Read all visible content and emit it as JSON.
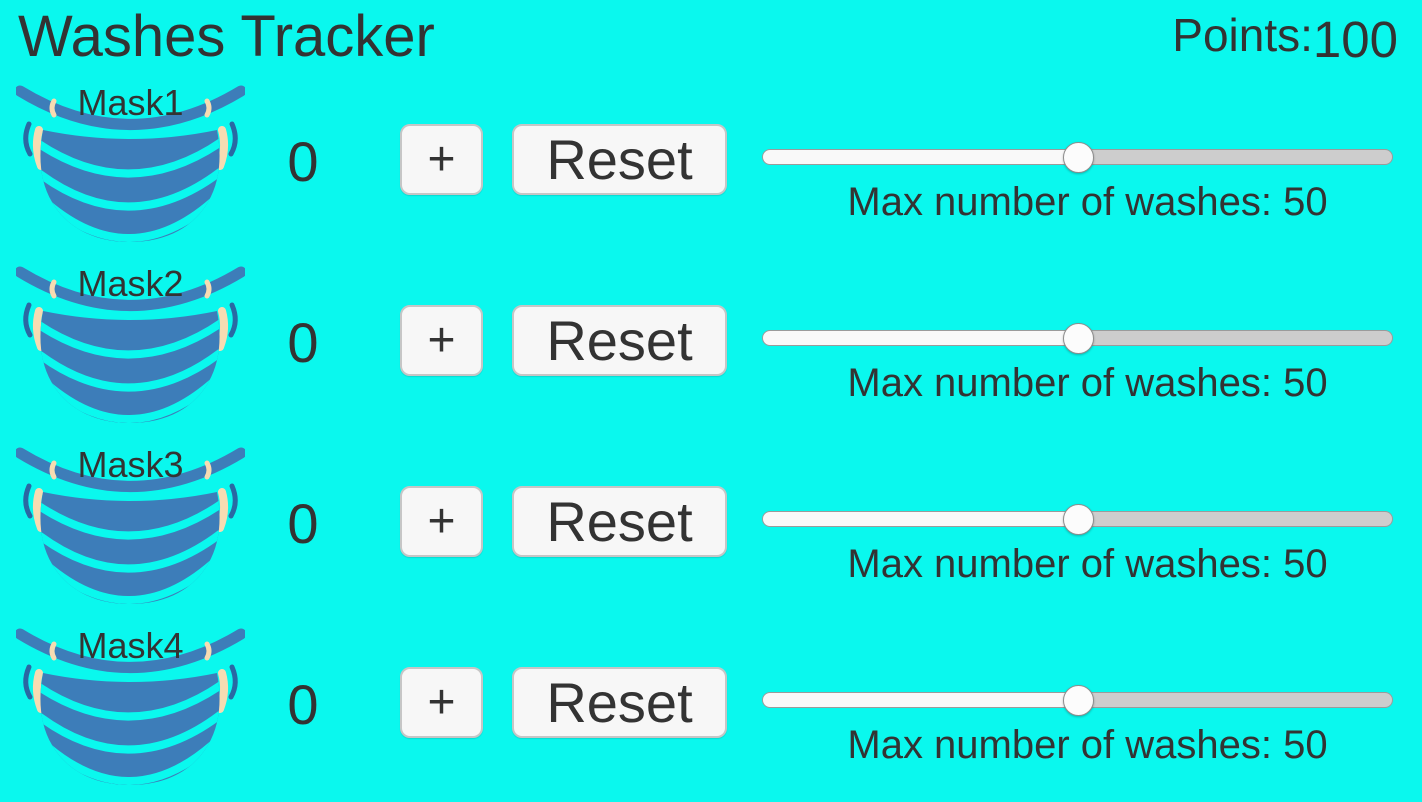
{
  "header": {
    "title": "Washes Tracker",
    "points_label": "Points:",
    "points_value": "100"
  },
  "rows": [
    {
      "mask_label": "Mask1",
      "count": "0",
      "plus_label": "+",
      "reset_label": "Reset",
      "slider_percent": 50,
      "max_caption": "Max number of washes: 50"
    },
    {
      "mask_label": "Mask2",
      "count": "0",
      "plus_label": "+",
      "reset_label": "Reset",
      "slider_percent": 50,
      "max_caption": "Max number of washes: 50"
    },
    {
      "mask_label": "Mask3",
      "count": "0",
      "plus_label": "+",
      "reset_label": "Reset",
      "slider_percent": 50,
      "max_caption": "Max number of washes: 50"
    },
    {
      "mask_label": "Mask4",
      "count": "0",
      "plus_label": "+",
      "reset_label": "Reset",
      "slider_percent": 50,
      "max_caption": "Max number of washes: 50"
    }
  ],
  "colors": {
    "background": "#0AF8EE",
    "text": "#333333",
    "mask_blue": "#3D7DB9",
    "mask_sliver": "#2A68A3",
    "beige": "#F6DCB2",
    "button_bg": "#F7F7F7",
    "button_border": "#C6C6C6",
    "track_filled": "#F9F9F9",
    "track_empty": "#CDCDCD",
    "thumb": "#FCFCFC"
  }
}
